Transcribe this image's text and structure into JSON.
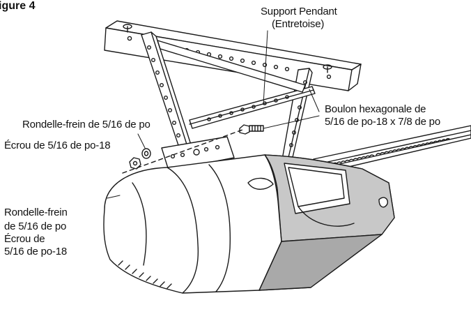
{
  "figure": {
    "title": "igure 4"
  },
  "labels": {
    "support_pendant": "Support Pendant",
    "support_pendant_fr": "(Entretoise)",
    "hex_bolt_line1": "Boulon hexagonale de",
    "hex_bolt_line2": "5/16 de po-18 x 7/8 de po",
    "lock_washer_top": "Rondelle-frein de 5/16 de po",
    "nut_top": "Écrou de 5/16 de po-18",
    "lock_washer_left_line1": "Rondelle-frein",
    "lock_washer_left_line2": "de 5/16 de po",
    "nut_left_line1": "Écrou de",
    "nut_left_line2": "5/16 de po-18"
  },
  "colors": {
    "line": "#1a1a1a",
    "shade": "#c8c8c8",
    "shade_dark": "#a9a9a9",
    "paper": "#ffffff"
  }
}
